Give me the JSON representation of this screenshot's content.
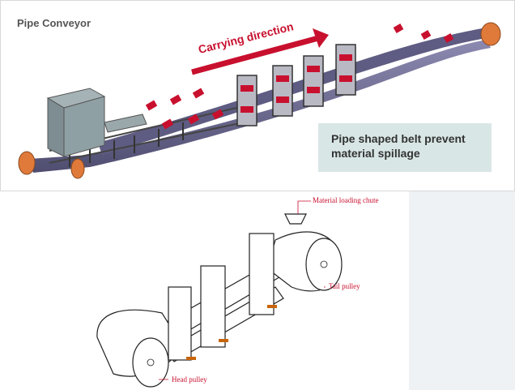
{
  "top": {
    "title": "Pipe Conveyor",
    "direction_label": "Carrying direction",
    "note": "Pipe shaped belt prevent material spillage"
  },
  "bottom": {
    "labels": {
      "chute": "Material loading chute",
      "tail": "Tail pulley",
      "head": "Head pulley"
    }
  },
  "colors": {
    "accent": "#c8102e",
    "belt": "#6e6c8f",
    "note_bg": "#d9e6e6",
    "pulley": "#e07a3a",
    "hopper": "#8a9a9e"
  }
}
